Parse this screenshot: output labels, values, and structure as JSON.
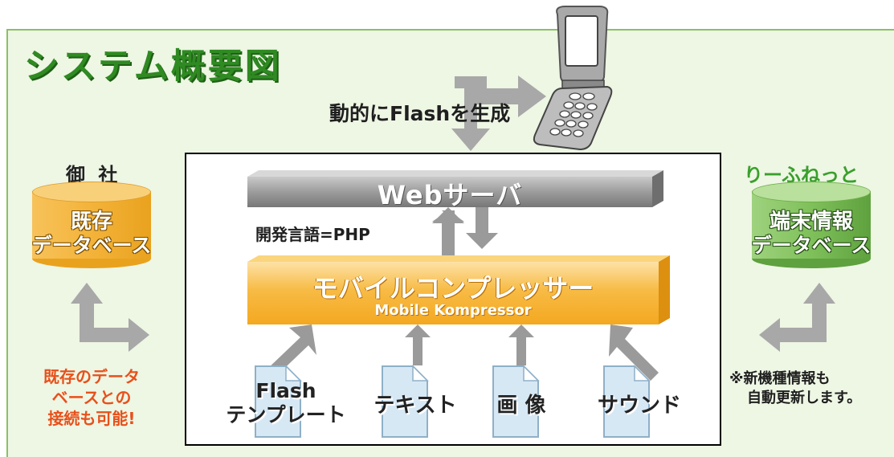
{
  "title": "システム概要図",
  "phone_caption": "動的にFlashを生成",
  "left": {
    "org_label": "御 社",
    "db_line1": "既存",
    "db_line2": "データベース",
    "note_line1": "既存のデータ",
    "note_line2": "ベースとの",
    "note_line3": "接続も可能!"
  },
  "right": {
    "org_label": "りーふねっと",
    "db_line1": "端末情報",
    "db_line2": "データベース",
    "note_line1": "※新機種情報も",
    "note_line2": "自動更新します。"
  },
  "server": {
    "web_label": "Webサーバ",
    "dev_language": "開発言語=PHP",
    "compressor_label": "モバイルコンプレッサー",
    "compressor_sub": "Mobile Kompressor"
  },
  "inputs": [
    {
      "line1": "Flash",
      "line2": "テンプレート"
    },
    {
      "line1": "テキスト"
    },
    {
      "line1": "画 像"
    },
    {
      "line1": "サウンド"
    }
  ],
  "colors": {
    "title_green": "#2f8a22",
    "panel_bg": "#eef6e4",
    "right_org_green": "#3aa02c",
    "note_orange": "#e8501a",
    "arrow_gray": "#9a9a9a",
    "compressor_orange": "#f5b136",
    "left_db_orange": "#f2b135",
    "right_db_green": "#7fc05a"
  },
  "icons": {
    "phone": "mobile-phone-icon",
    "document": "document-icon"
  }
}
